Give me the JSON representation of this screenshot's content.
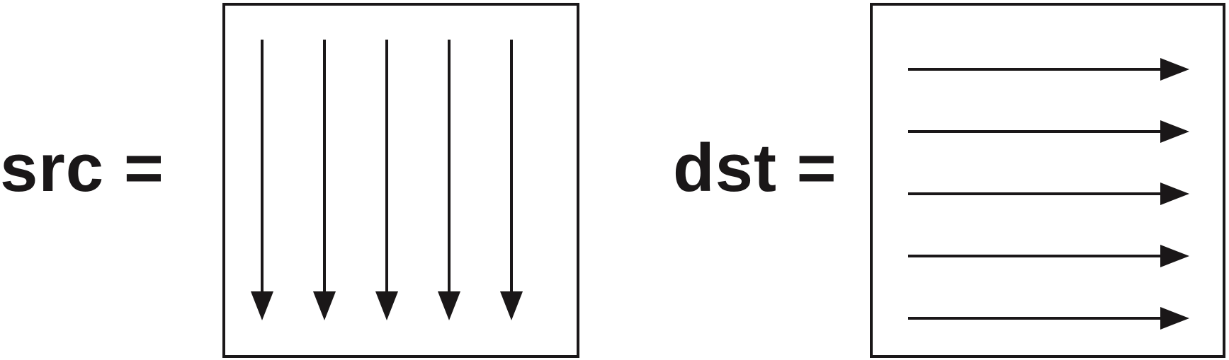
{
  "src": {
    "label": "src =",
    "arrow_direction": "down",
    "arrow_count": 5
  },
  "dst": {
    "label": "dst =",
    "arrow_direction": "right",
    "arrow_count": 5
  },
  "colors": {
    "ink": "#1a1718",
    "background": "#ffffff"
  }
}
